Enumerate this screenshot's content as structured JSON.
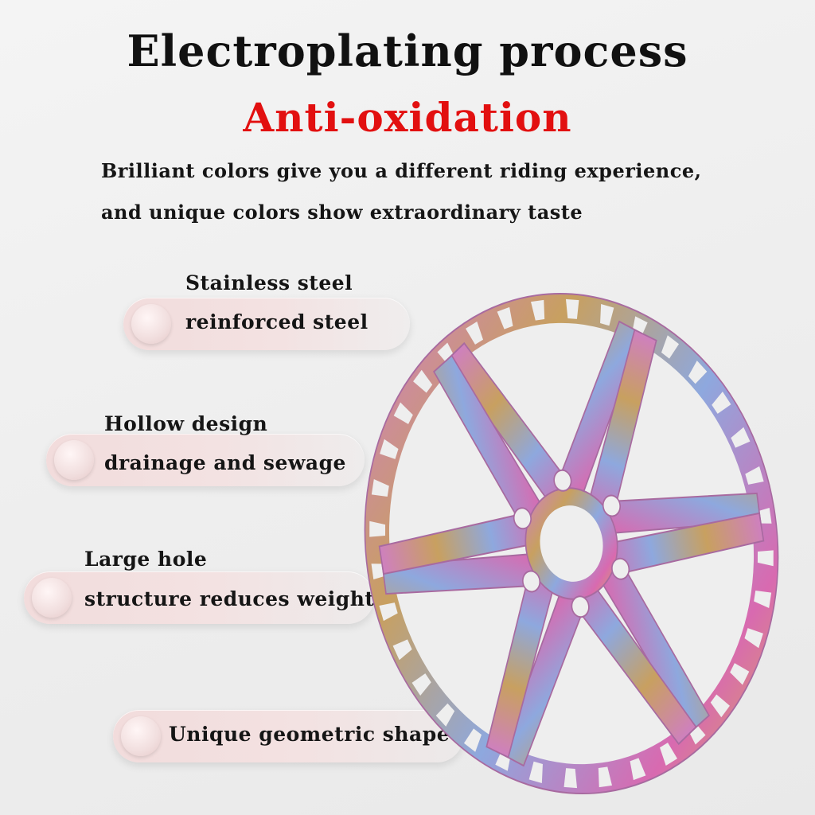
{
  "header": {
    "title": "Electroplating process",
    "subtitle": "Anti-oxidation",
    "description_line1": "Brilliant colors give you a different riding experience,",
    "description_line2": "and unique colors show extraordinary taste"
  },
  "features": [
    {
      "line1": "Stainless steel",
      "line2": "reinforced steel"
    },
    {
      "line1": "Hollow design",
      "line2": "drainage and sewage"
    },
    {
      "line1": "Large hole",
      "line2": "structure reduces weight"
    },
    {
      "line1": "Unique geometric shape"
    }
  ],
  "colors": {
    "title": "#111111",
    "accent": "#e21010",
    "pill": "#f2dcdc",
    "rotor_gradient": [
      "#c86fc0",
      "#8aa0dc",
      "#d4b45a",
      "#d86aa0"
    ]
  }
}
